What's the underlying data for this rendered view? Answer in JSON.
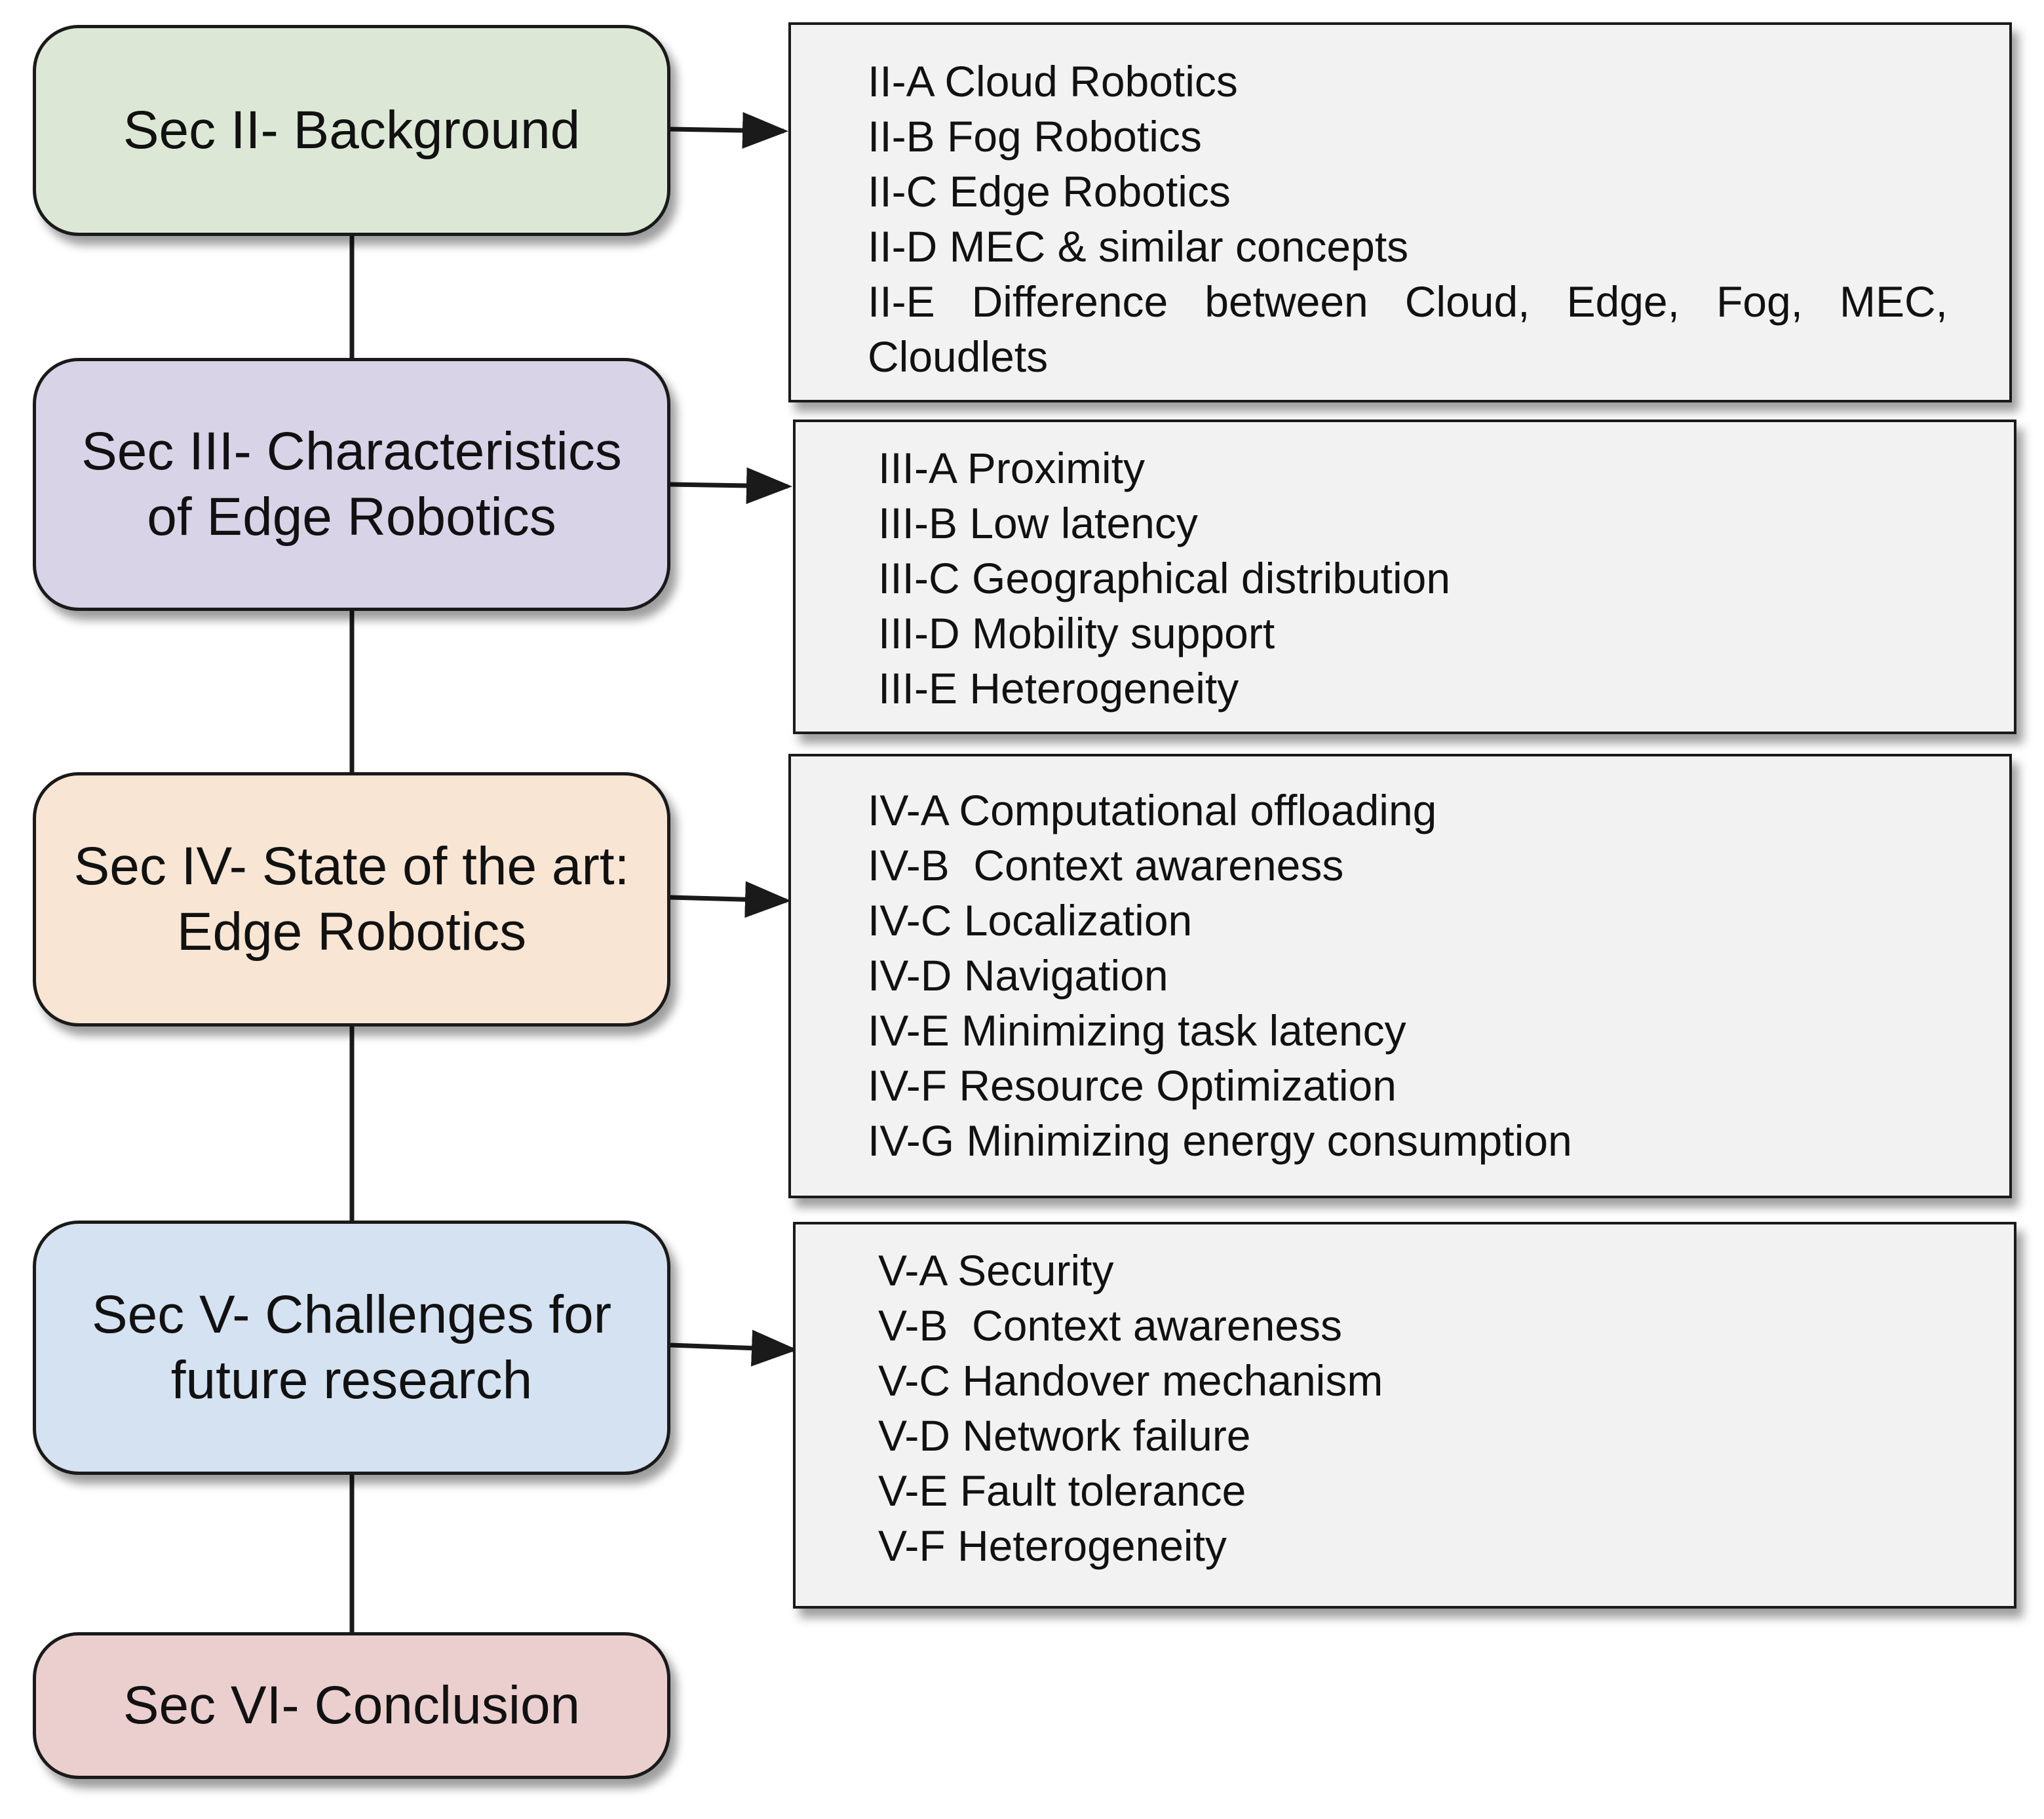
{
  "sections": [
    {
      "label": "Sec II- Background",
      "color": "#dce8d5"
    },
    {
      "label": "Sec III- Characteristics\nof Edge Robotics",
      "color": "#d9d3e8"
    },
    {
      "label": "Sec IV- State of the art:\nEdge Robotics",
      "color": "#f8e5d3"
    },
    {
      "label": "Sec V- Challenges for\nfuture research",
      "color": "#d5e2f1"
    },
    {
      "label": "Sec VI- Conclusion",
      "color": "#ebcfcf"
    }
  ],
  "subsections": [
    {
      "items": [
        "II-A Cloud Robotics",
        "II-B Fog Robotics",
        "II-C Edge Robotics",
        "II-D MEC & similar concepts",
        "II-E  Difference  between  Cloud,  Edge,  Fog,  MEC, Cloudlets"
      ]
    },
    {
      "items": [
        "III-A Proximity",
        "III-B Low latency",
        "III-C Geographical distribution",
        "III-D Mobility support",
        "III-E Heterogeneity"
      ]
    },
    {
      "items": [
        "IV-A Computational offloading",
        "IV-B  Context awareness",
        "IV-C Localization",
        "IV-D Navigation",
        "IV-E Minimizing task latency",
        "IV-F Resource Optimization",
        "IV-G Minimizing energy consumption"
      ]
    },
    {
      "items": [
        "V-A Security",
        "V-B  Context awareness",
        "V-C Handover mechanism",
        "V-D Network failure",
        "V-E Fault tolerance",
        "V-F Heterogeneity"
      ]
    }
  ],
  "colors": {
    "stroke": "#1a1a1a",
    "list_fill": "#f2f2f2"
  }
}
